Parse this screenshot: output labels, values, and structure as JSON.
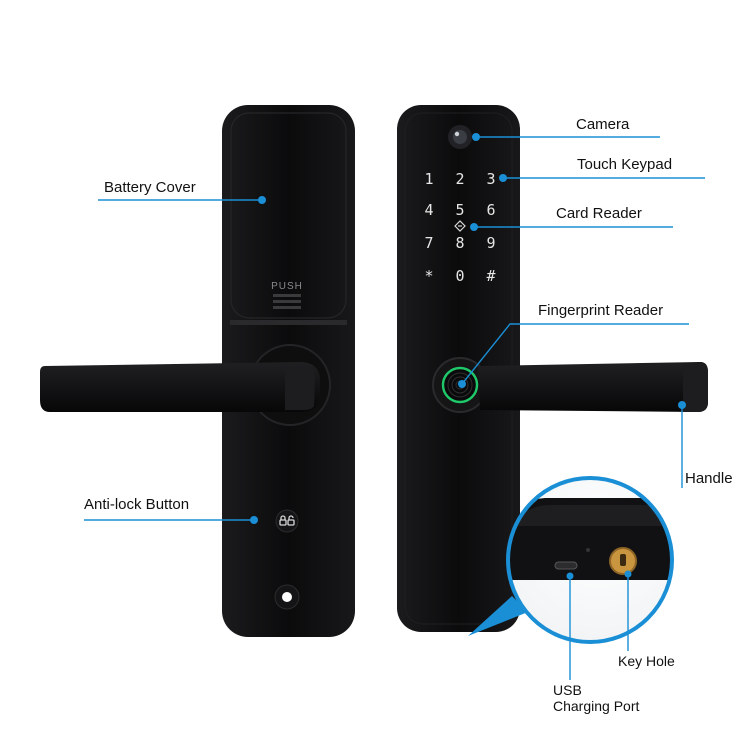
{
  "panel": {
    "push_text": "PUSH"
  },
  "keypad": {
    "keys": [
      "1",
      "2",
      "3",
      "4",
      "5",
      "6",
      "7",
      "8",
      "9",
      "*",
      "0",
      "#"
    ]
  },
  "callouts": {
    "camera": "Camera",
    "touch_keypad": "Touch Keypad",
    "card_reader": "Card Reader",
    "fingerprint_reader": "Fingerprint Reader",
    "handle": "Handle",
    "battery_cover": "Battery Cover",
    "anti_lock_button": "Anti-lock Button",
    "key_hole": "Key Hole",
    "usb_charging_port": "USB\nCharging Port"
  },
  "colors": {
    "leader_line": "#1a8fd6",
    "lock_body": "#0b0b0c",
    "inset_ring": "#1a8fd6",
    "fingerprint_ring": "#1fc96a",
    "key_hole_brass": "#c9953e"
  }
}
